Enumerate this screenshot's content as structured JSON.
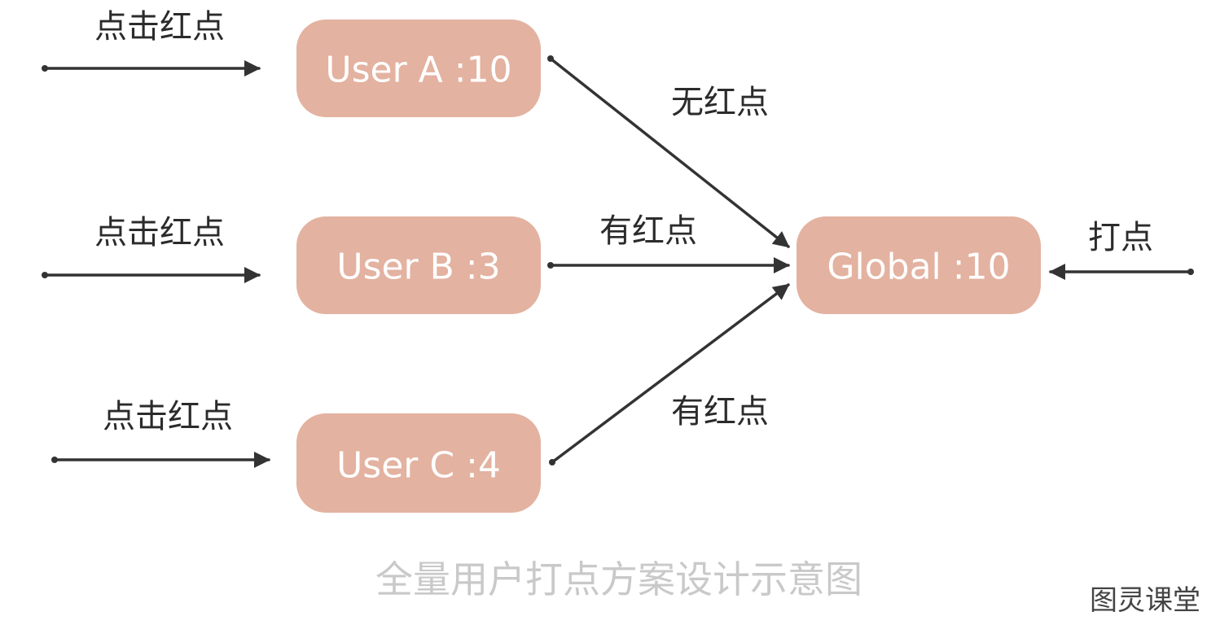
{
  "nodes": {
    "user_a": "User A :10",
    "user_b": "User B :3",
    "user_c": "User C :4",
    "global": "Global :10"
  },
  "edges": {
    "click_a": "点击红点",
    "click_b": "点击红点",
    "click_c": "点击红点",
    "a_to_global": "无红点",
    "b_to_global": "有红点",
    "c_to_global": "有红点",
    "ping_global": "打点"
  },
  "caption": "全量用户打点方案设计示意图",
  "watermark": "图灵课堂",
  "colors": {
    "node_fill": "#e3b2a0",
    "node_text": "#ffffff",
    "edge": "#333333",
    "caption": "#c9c9c9"
  }
}
